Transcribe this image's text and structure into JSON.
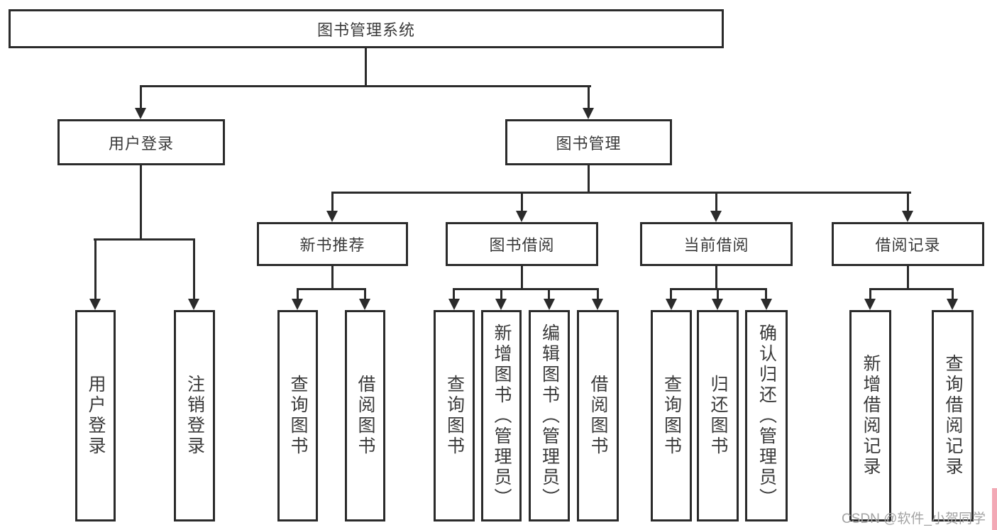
{
  "diagram": {
    "root": {
      "label": "图书管理系统"
    },
    "level2": [
      {
        "label": "用户登录"
      },
      {
        "label": "图书管理"
      }
    ],
    "level3": [
      {
        "label": "新书推荐"
      },
      {
        "label": "图书借阅"
      },
      {
        "label": "当前借阅"
      },
      {
        "label": "借阅记录"
      }
    ],
    "leaves": {
      "user_login": [
        {
          "label": "用户登录"
        },
        {
          "label": "注销登录"
        }
      ],
      "new_book_recommend": [
        {
          "label": "查询图书"
        },
        {
          "label": "借阅图书"
        }
      ],
      "book_borrow": [
        {
          "label": "查询图书"
        },
        {
          "label": "新增图书（管理员）"
        },
        {
          "label": "编辑图书（管理员）"
        },
        {
          "label": "借阅图书"
        }
      ],
      "current_borrow": [
        {
          "label": "查询图书"
        },
        {
          "label": "归还图书"
        },
        {
          "label": "确认归还（管理员）"
        }
      ],
      "borrow_records": [
        {
          "label": "新增借阅记录"
        },
        {
          "label": "查询借阅记录"
        }
      ]
    },
    "watermark": "CSDN @软件_小贺同学",
    "colors": {
      "line": "#2b2b2b",
      "box_border": "#2b2b2b",
      "text": "#3a3a3a",
      "watermark": "#a3a3a3",
      "accent_strip": "#f09aa8",
      "background": "#ffffff"
    }
  }
}
